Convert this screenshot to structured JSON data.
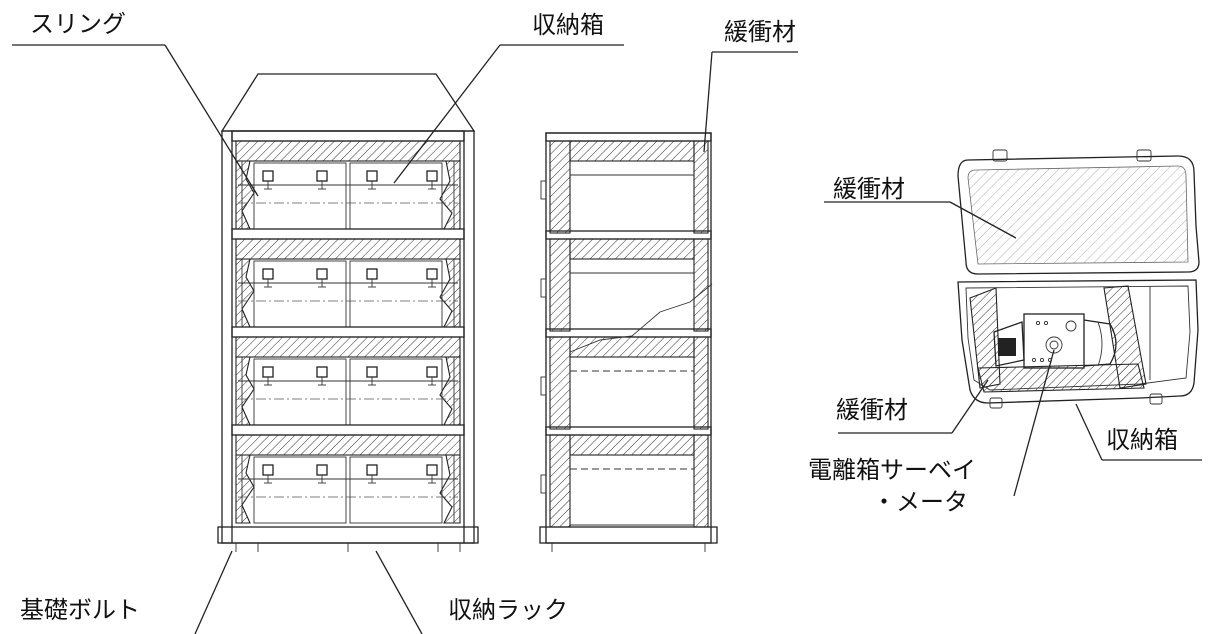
{
  "labels": {
    "sling": "スリング",
    "storage_box_top": "収納箱",
    "cushion_rack": "緩衝材",
    "cushion_case_lid": "緩衝材",
    "cushion_case_bottom": "緩衝材",
    "storage_box_case": "収納箱",
    "survey_meter_line1": "電離箱サーベイ",
    "survey_meter_line2": "・メータ",
    "foundation_bolt": "基礎ボルト",
    "storage_rack": "収納ラック"
  }
}
